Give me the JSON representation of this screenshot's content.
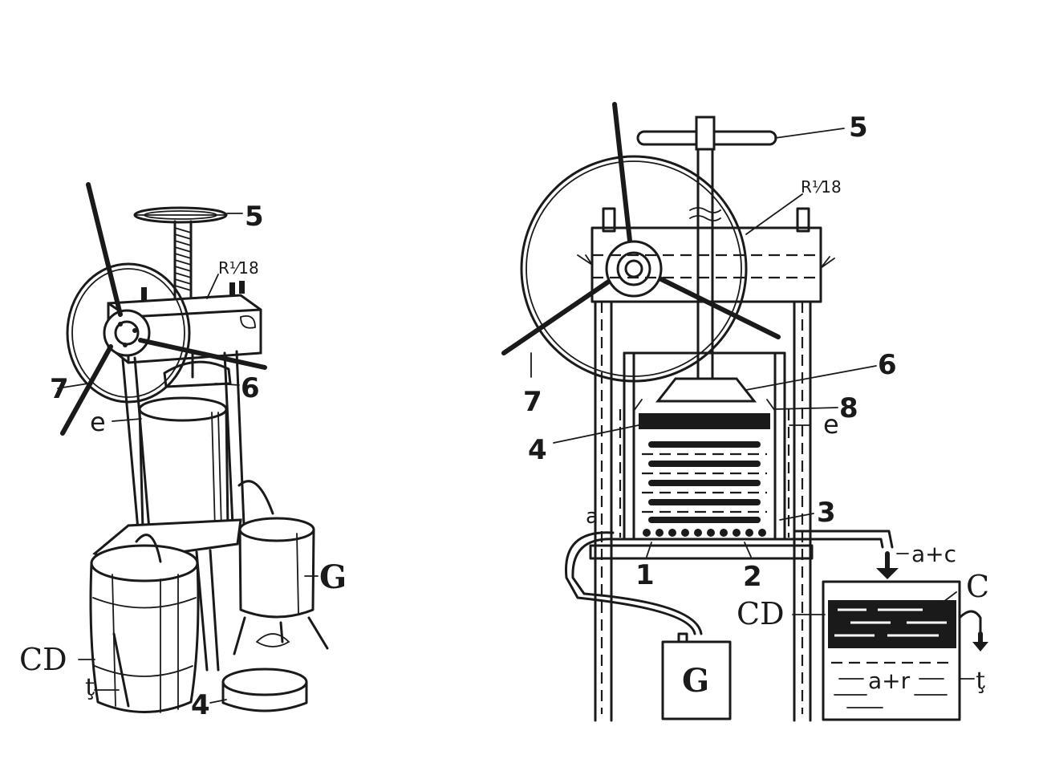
{
  "left_figure": {
    "labels": {
      "five": "5",
      "r_fraction": "R¹⁄18",
      "seven": "7",
      "six": "6",
      "e": "e",
      "g": "G",
      "cd": "CD",
      "t": "ţ",
      "four": "4"
    }
  },
  "right_figure": {
    "labels": {
      "five": "5",
      "r_fraction": "R¹⁄18",
      "six": "6",
      "seven": "7",
      "eight": "8",
      "e": "e",
      "four": "4",
      "three": "3",
      "a": "a",
      "one": "1",
      "two": "2",
      "a_plus_c": "a+c",
      "c": "C",
      "cd": "CD",
      "a_plus_r": "a+r",
      "t": "ţ",
      "g": "G"
    }
  }
}
